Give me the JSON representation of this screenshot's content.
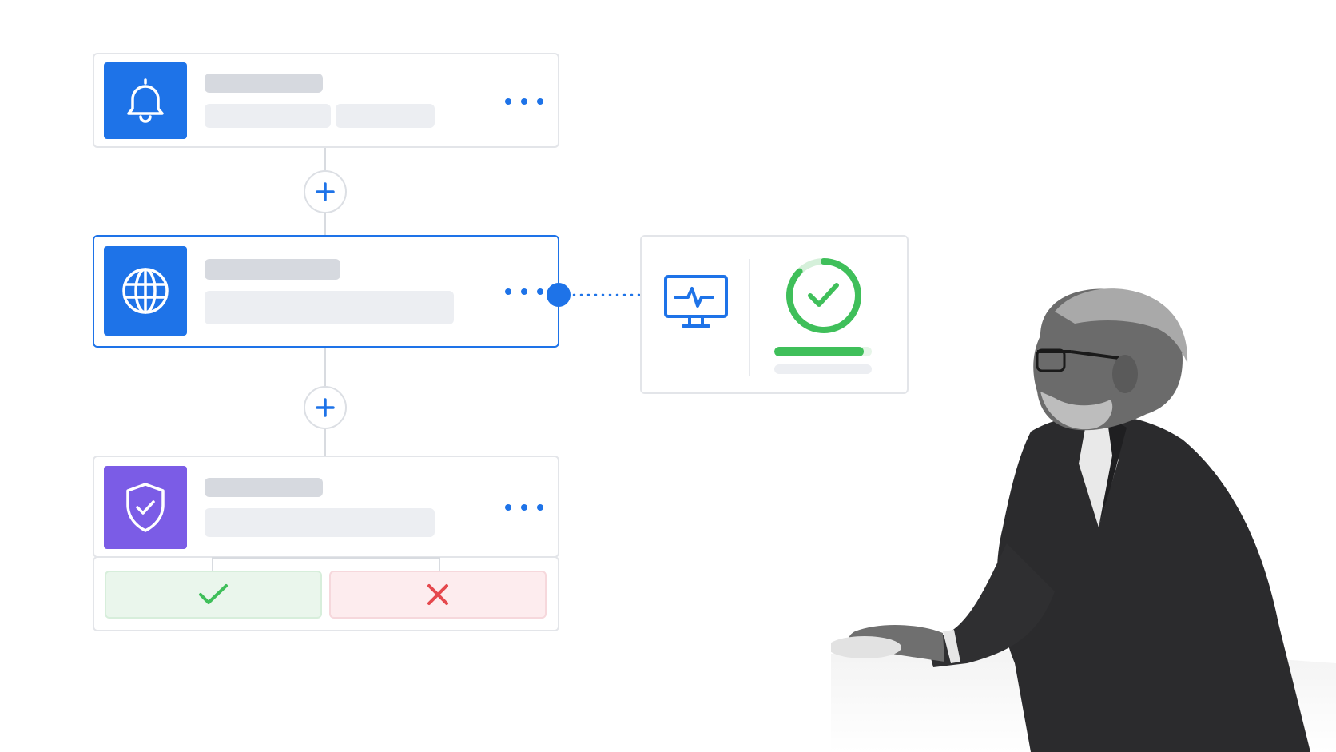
{
  "colors": {
    "accent": "#1e73e8",
    "shield_tile": "#7b5ce6",
    "success": "#3fbf5a",
    "danger": "#e5484d",
    "border": "#e3e5e9"
  },
  "workflow": {
    "steps": [
      {
        "icon": "bell-icon",
        "state": "default"
      },
      {
        "icon": "globe-icon",
        "state": "active"
      },
      {
        "icon": "shield-check-icon",
        "state": "default"
      }
    ],
    "outcomes": [
      {
        "icon": "check-icon",
        "tone": "success"
      },
      {
        "icon": "x-icon",
        "tone": "danger"
      }
    ]
  },
  "status_panel": {
    "icons": [
      "monitor-pulse-icon",
      "check-circle-icon"
    ],
    "progress": 0.92
  }
}
